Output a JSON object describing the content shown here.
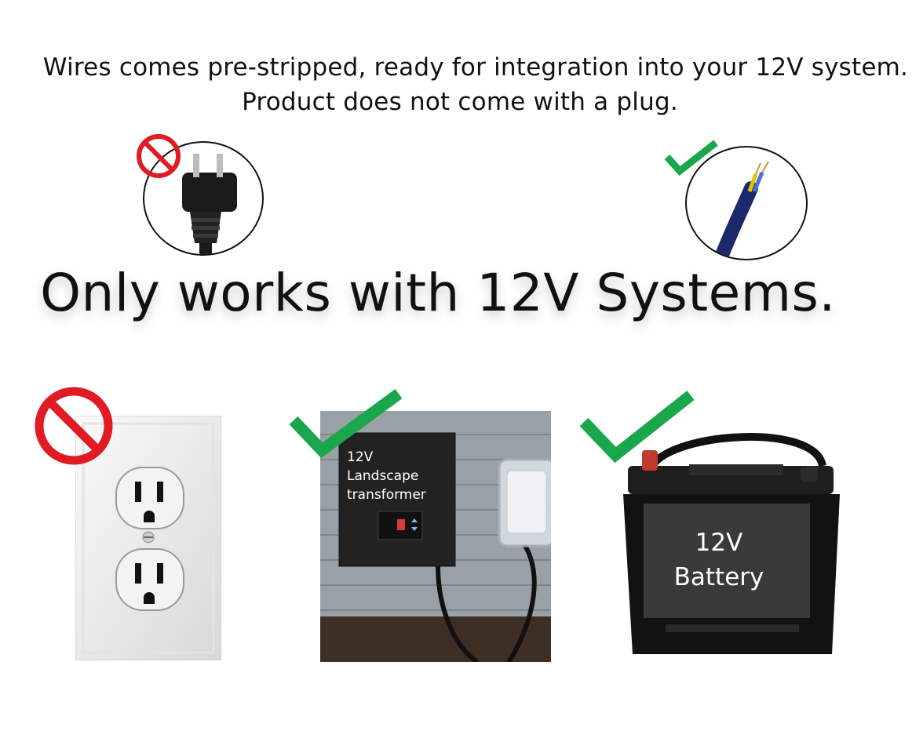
{
  "captions": {
    "line1": "Wires comes pre-stripped, ready for integration into your 12V system.",
    "line2": "Product does not come with a plug."
  },
  "headline": "Only works with 12V Systems.",
  "transformer": {
    "label_line1": "12V",
    "label_line2": "Landscape",
    "label_line3": "transformer"
  },
  "battery": {
    "label_line1": "12V",
    "label_line2": "Battery"
  },
  "colors": {
    "prohibit_red": "#e01b24",
    "check_green": "#1aa64a",
    "wire_blue": "#1c2a6b"
  },
  "icons": {
    "prohibit": "prohibited-sign-icon",
    "check": "green-check-icon"
  }
}
